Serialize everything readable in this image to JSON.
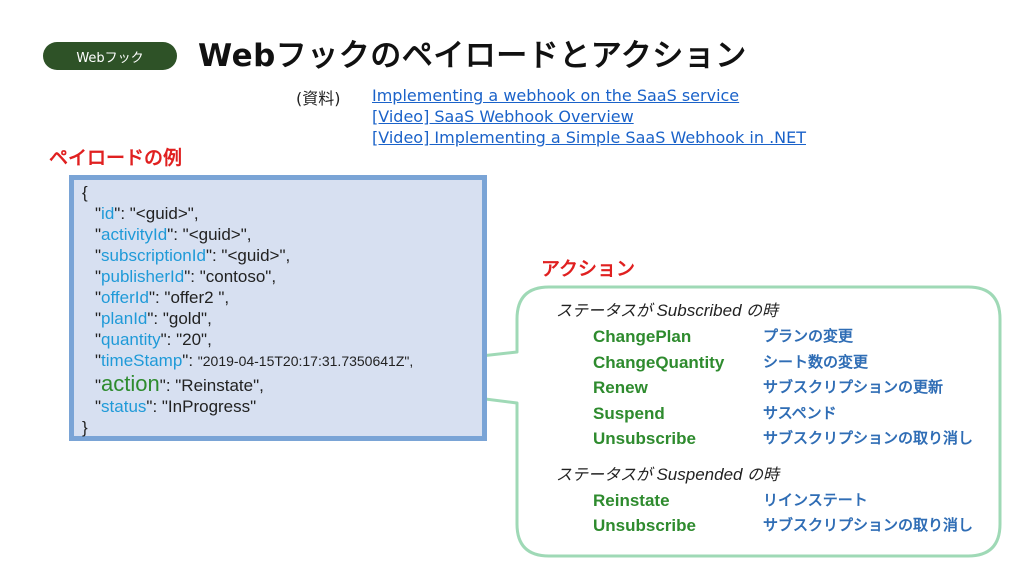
{
  "header": {
    "tag": "Webフック",
    "title": "Webフックのペイロードとアクション"
  },
  "references": {
    "label": "(資料)",
    "links": [
      "Implementing a webhook on the SaaS service",
      "[Video] SaaS Webhook Overview",
      "[Video] Implementing a Simple SaaS Webhook in .NET"
    ]
  },
  "payload": {
    "label": "ペイロードの例",
    "open": "{",
    "close": "}",
    "fields": [
      {
        "key": "id",
        "value": ": \"<guid>\","
      },
      {
        "key": "activityId",
        "value": ": \"<guid>\","
      },
      {
        "key": "subscriptionId",
        "value": ": \"<guid>\","
      },
      {
        "key": "publisherId",
        "value": ": \"contoso\","
      },
      {
        "key": "offerId",
        "value": ": \"offer2 \","
      },
      {
        "key": "planId",
        "value": ": \"gold\","
      },
      {
        "key": "quantity",
        "value": ": \"20\","
      },
      {
        "key": "timeStamp",
        "value": ": ",
        "value_small": "\"2019-04-15T20:17:31.7350641Z\","
      },
      {
        "key": "action",
        "value": ": \"Reinstate\","
      },
      {
        "key": "status",
        "value": ": \"InProgress\""
      }
    ]
  },
  "actions": {
    "label": "アクション",
    "groups": [
      {
        "prefix": "ステータスが",
        "status": "Subscribed",
        "suffix": "の時",
        "items": [
          {
            "name": "ChangePlan",
            "desc": "プランの変更"
          },
          {
            "name": "ChangeQuantity",
            "desc": "シート数の変更"
          },
          {
            "name": "Renew",
            "desc": "サブスクリプションの更新"
          },
          {
            "name": "Suspend",
            "desc": "サスペンド"
          },
          {
            "name": "Unsubscribe",
            "desc": "サブスクリプションの取り消し"
          }
        ]
      },
      {
        "prefix": "ステータスが",
        "status": "Suspended",
        "suffix": "の時",
        "items": [
          {
            "name": "Reinstate",
            "desc": "リインステート"
          },
          {
            "name": "Unsubscribe",
            "desc": "サブスクリプションの取り消し"
          }
        ]
      }
    ]
  },
  "colors": {
    "pill": "#2e5227",
    "link": "#1a62c9",
    "section_label": "#e02020",
    "payload_bg": "#d7e0f1",
    "payload_border": "#7aa4d6",
    "json_key": "#1f9ad8",
    "action_name": "#2e8b2e",
    "action_desc": "#2f6db5",
    "callout_border": "#9fd9b6"
  }
}
